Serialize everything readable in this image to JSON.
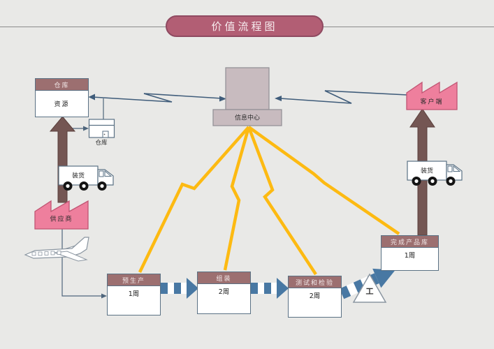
{
  "title": "价值流程图",
  "colors": {
    "background": "#e9e9e7",
    "title_fill": "#b25e74",
    "box_header_fill": "#9c6f70",
    "factory_pink": "#ee7f9d",
    "shipment_arrow_brown": "#745653",
    "push_arrow_blue": "#4878a3",
    "lightning_yellow": "#fdba12",
    "info_line_dark": "#3f5c7a"
  },
  "nodes": {
    "warehouse": {
      "header": "仓库",
      "body": "资源"
    },
    "small_warehouse": {
      "label": "仓库"
    },
    "info_center": {
      "label": "信息中心"
    },
    "customer": {
      "label": "客户端"
    },
    "supplier": {
      "label": "供应商"
    },
    "truck_left": {
      "label": "装货"
    },
    "truck_right": {
      "label": "装货"
    },
    "inventory_triangle": {
      "label": "工"
    }
  },
  "processes": [
    {
      "name": "预生产",
      "duration": "1周"
    },
    {
      "name": "组装",
      "duration": "2周"
    },
    {
      "name": "测试和检验",
      "duration": "2周"
    },
    {
      "name": "完成产品库",
      "duration": "1周"
    }
  ]
}
